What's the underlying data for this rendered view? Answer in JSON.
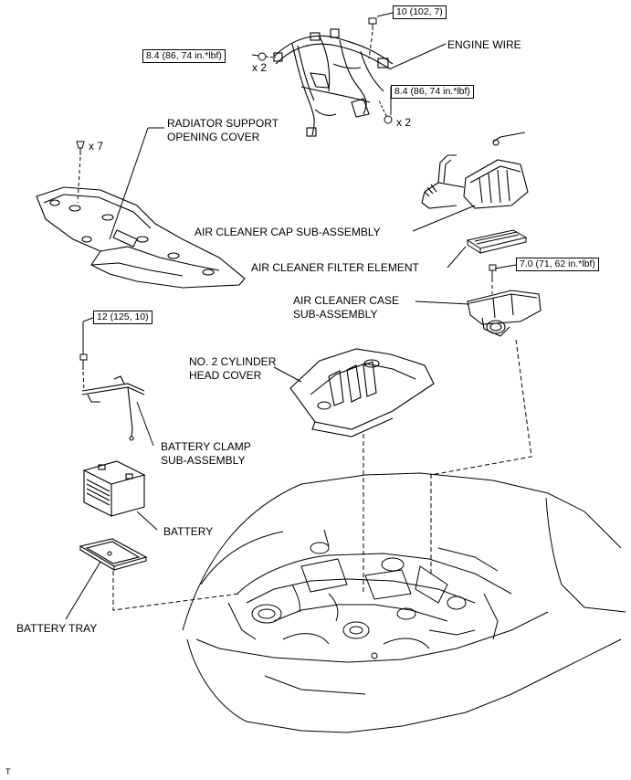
{
  "labels": {
    "engine_wire": "ENGINE WIRE",
    "radiator_support_1": "RADIATOR SUPPORT",
    "radiator_support_2": "OPENING COVER",
    "air_cleaner_cap": "AIR CLEANER CAP SUB-ASSEMBLY",
    "air_cleaner_filter": "AIR CLEANER FILTER ELEMENT",
    "air_cleaner_case_1": "AIR CLEANER CASE",
    "air_cleaner_case_2": "SUB-ASSEMBLY",
    "head_cover_1": "NO. 2 CYLINDER",
    "head_cover_2": "HEAD COVER",
    "battery_clamp_1": "BATTERY CLAMP",
    "battery_clamp_2": "SUB-ASSEMBLY",
    "battery": "BATTERY",
    "battery_tray": "BATTERY TRAY"
  },
  "torque": {
    "top": "10 (102, 7)",
    "left": "8.4 (86, 74 in.*lbf)",
    "right": "8.4 (86, 74 in.*lbf)",
    "case": "7.0 (71, 62 in.*lbf)",
    "clamp": "12 (125, 10)"
  },
  "quantities": {
    "left": "x 2",
    "right": "x 2",
    "clips": "x 7"
  },
  "footer_mark": "T"
}
